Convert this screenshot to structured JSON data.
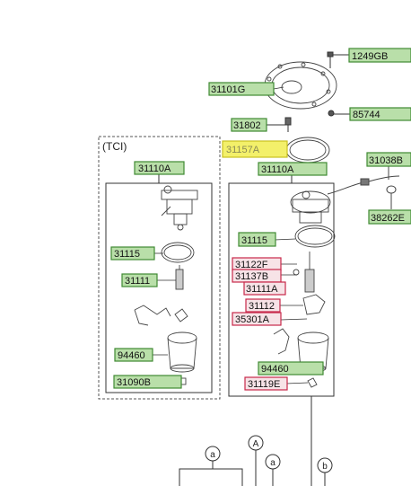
{
  "colors": {
    "green_box": "#b9dfa9",
    "green_stroke": "#3f8a33",
    "red_box": "#f7e3e7",
    "red_stroke": "#c8284a",
    "yellow_box": "#f3f06a",
    "yellow_stroke": "#c9c020",
    "line": "#333333"
  },
  "tci_label": "(TCI)",
  "labels": {
    "p1249GB": "1249GB",
    "p31101G": "31101G",
    "p85744": "85744",
    "p31802": "31802",
    "p31157A": "31157A",
    "p31110A_left": "31110A",
    "p31110A_right": "31110A",
    "p31038B": "31038B",
    "p38262E": "38262E",
    "p31115_left": "31115",
    "p31115_right": "31115",
    "p31111": "31111",
    "p31122F": "31122F",
    "p31137B": "31137B",
    "p31111A": "31111A",
    "p31112": "31112",
    "p35301A": "35301A",
    "p94460_left": "94460",
    "p94460_right": "94460",
    "p31090B": "31090B",
    "p31119E": "31119E"
  },
  "circle_labels": {
    "a1": "a",
    "A": "A",
    "a2": "a",
    "b": "b"
  }
}
